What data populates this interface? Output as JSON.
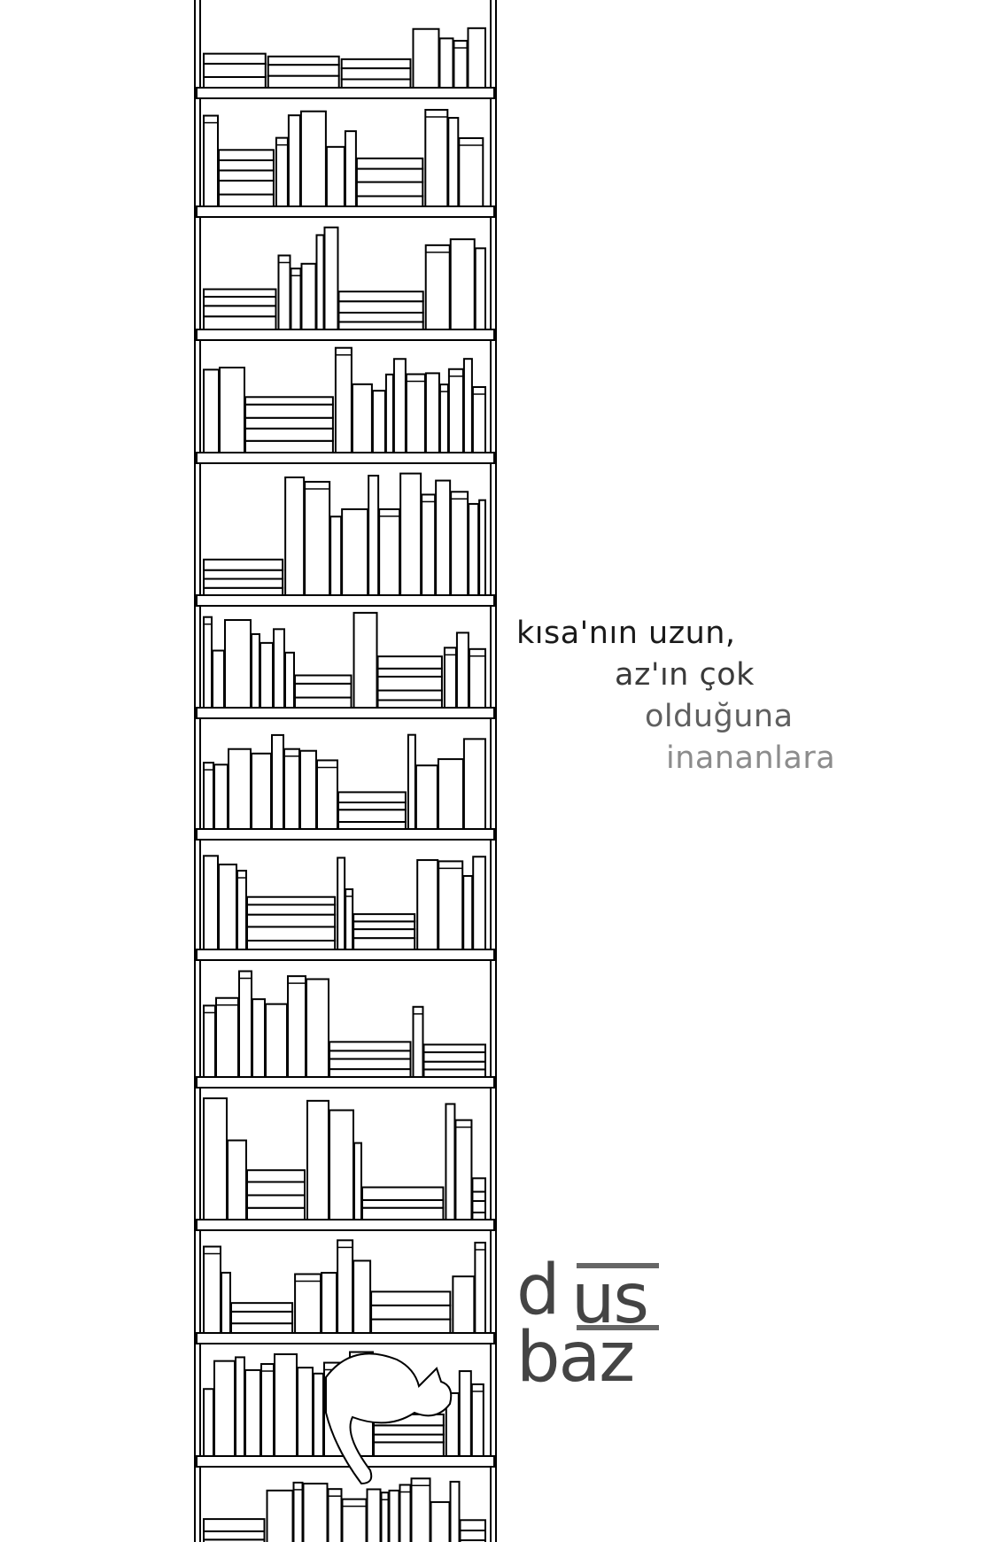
{
  "dedication": {
    "lines": [
      "kısa'nın uzun,",
      "az'ın çok",
      "olduğuna",
      "inananlara"
    ]
  },
  "logo": {
    "text": "düşbaz",
    "part1": "d",
    "part2": "us",
    "part3": "baz",
    "color": "#444444"
  },
  "illustration": {
    "subject": "bookshelf",
    "shelf_count": 13
  }
}
